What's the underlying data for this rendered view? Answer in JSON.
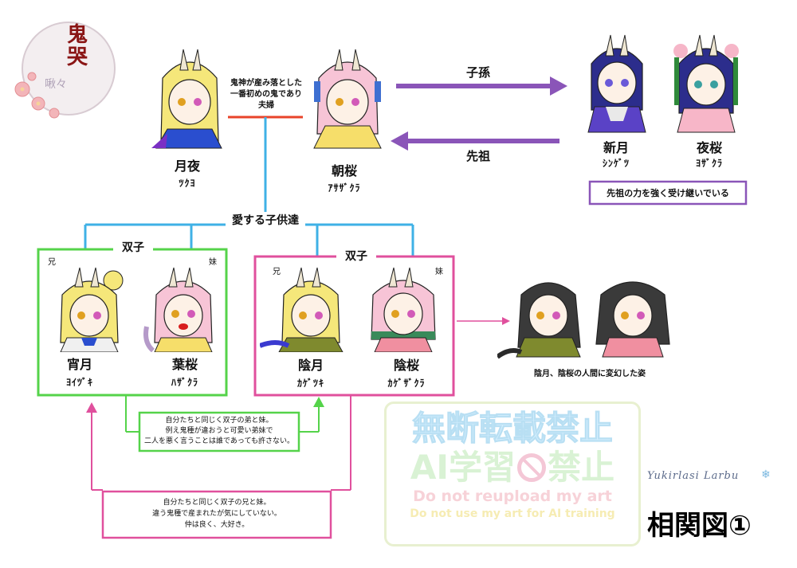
{
  "logo": {
    "title": "鬼哭",
    "subtitle": "啾々"
  },
  "parents": {
    "tsukuyo": {
      "name": "月夜",
      "kana": "ﾂｸﾖ"
    },
    "asazakura": {
      "name": "朝桜",
      "kana": "ｱｻｻﾞｸﾗ"
    },
    "couple_note": [
      "鬼神が産み落とした",
      "一番初めの鬼であり",
      "夫婦"
    ]
  },
  "arrows": {
    "descendant": "子孫",
    "ancestor": "先祖"
  },
  "ancestors": {
    "shingetsu": {
      "name": "新月",
      "kana": "ｼﾝｹﾞﾂ"
    },
    "yozakura": {
      "name": "夜桜",
      "kana": "ﾖｻﾞｸﾗ"
    },
    "note": "先祖の力を強く受け継いでいる"
  },
  "children_label": "愛する子供達",
  "twins_left": {
    "label": "双子",
    "elder": "兄",
    "younger": "妹",
    "yoizuki": {
      "name": "宵月",
      "kana": "ﾖｲﾂﾞｷ"
    },
    "hazakura": {
      "name": "葉桜",
      "kana": "ﾊｻﾞｸﾗ"
    }
  },
  "twins_right": {
    "label": "双子",
    "elder": "兄",
    "younger": "妹",
    "kagetsuki": {
      "name": "陰月",
      "kana": "ｶｹﾞﾂｷ"
    },
    "kagezakura": {
      "name": "陰桜",
      "kana": "ｶｹﾞｻﾞｸﾗ"
    }
  },
  "transform_note": "陰月、陰桜の人間に変幻した姿",
  "relation_green": [
    "自分たちと同じく双子の弟と妹。",
    "例え鬼種が違おうと可愛い弟妹で",
    "二人を悪く言うことは誰であっても許さない。"
  ],
  "relation_pink": [
    "自分たちと同じく双子の兄と妹。",
    "違う鬼種で産まれたが気にしていない。",
    "仲は良く、大好き。"
  ],
  "watermark": {
    "line1": "無断転載禁止",
    "line2a": "AI学習",
    "line2b": "禁止",
    "line3": "Do not reupload my art",
    "line4": "Do not use my art for AI training"
  },
  "signature": "Yukirlasi Larbu",
  "diagram_title": "相関図①",
  "colors": {
    "red": "#e8432a",
    "blue": "#3fb1e6",
    "purple": "#8a55b8",
    "green": "#55d34a",
    "magenta": "#e0509d"
  }
}
